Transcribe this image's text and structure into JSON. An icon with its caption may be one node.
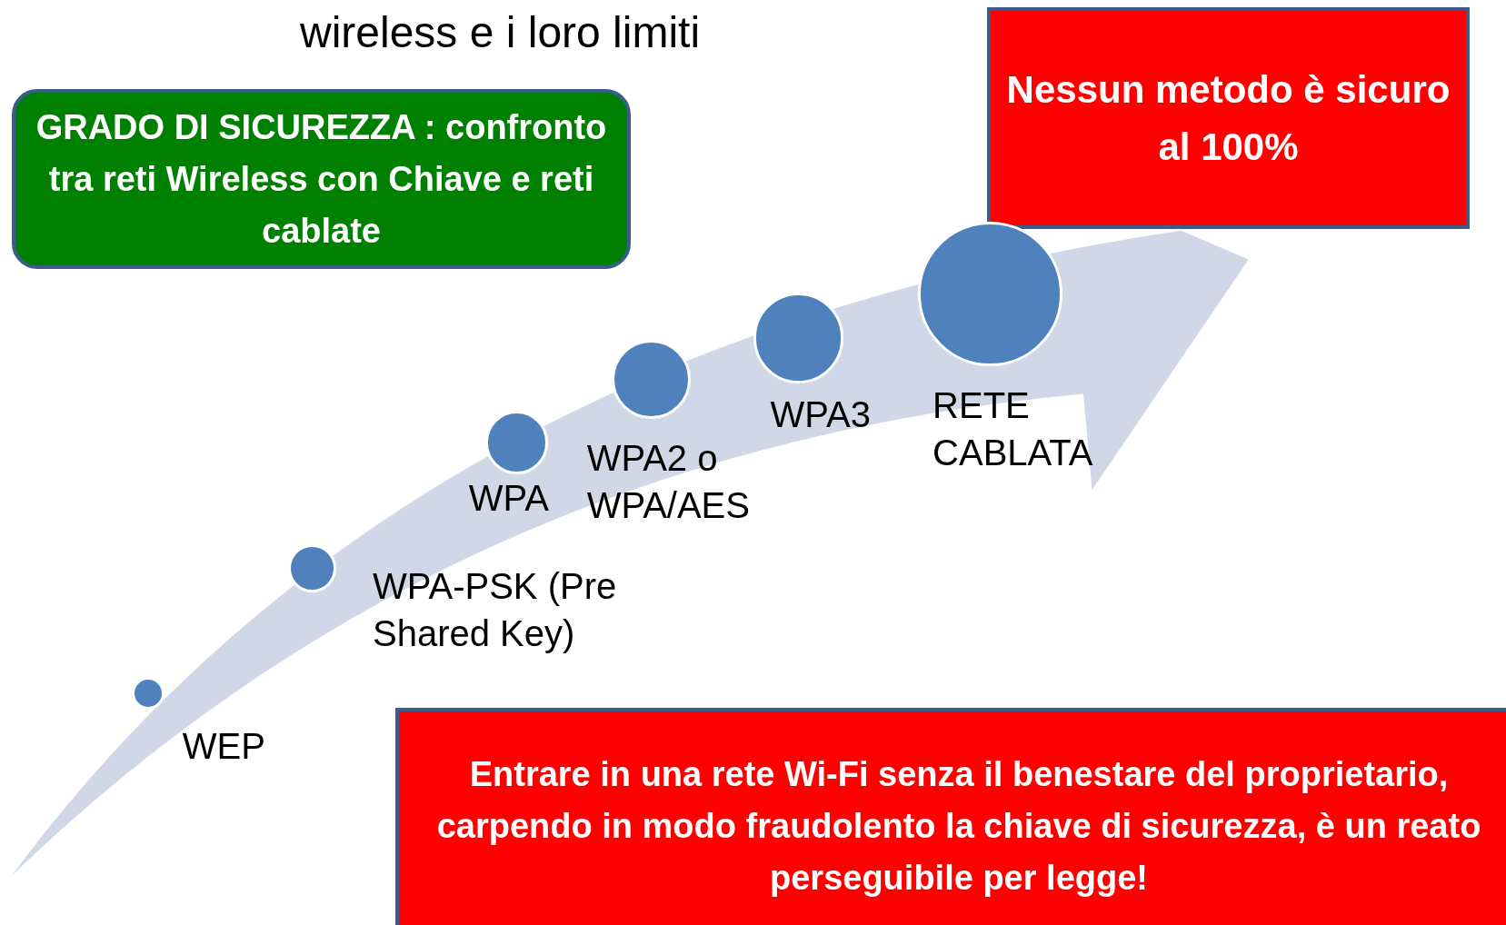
{
  "diagram": {
    "title": "wireless e i loro limiti",
    "nodes": [
      {
        "text": [
          "GRADO DI SICUREZZA : confronto tra reti Wireless con Chiave e reti cablate"
        ]
      },
      {
        "text": [
          "Nessun metodo è sicuro al 100%"
        ]
      },
      {
        "text": [],
        "shape": "circle",
        "beside": [
          "WEP"
        ]
      },
      {
        "text": [],
        "shape": "circle",
        "beside": [
          "WPA-PSK (Pre Shared Key)"
        ]
      },
      {
        "text": [],
        "shape": "circle",
        "beside": [
          "WPA"
        ]
      },
      {
        "text": [],
        "shape": "circle",
        "beside": [
          "WPA2 o WPA/AES"
        ]
      },
      {
        "text": [],
        "shape": "circle",
        "beside": [
          "WPA3"
        ]
      },
      {
        "text": [],
        "shape": "circle",
        "beside": [
          "RETE CABLATA"
        ]
      },
      {
        "text": [
          "Entrare in una rete Wi-Fi senza il benestare del proprietario, carpendo in modo fraudolento la chiave di sicurezza, è un reato perseguibile per legge!"
        ]
      }
    ],
    "edges": []
  }
}
